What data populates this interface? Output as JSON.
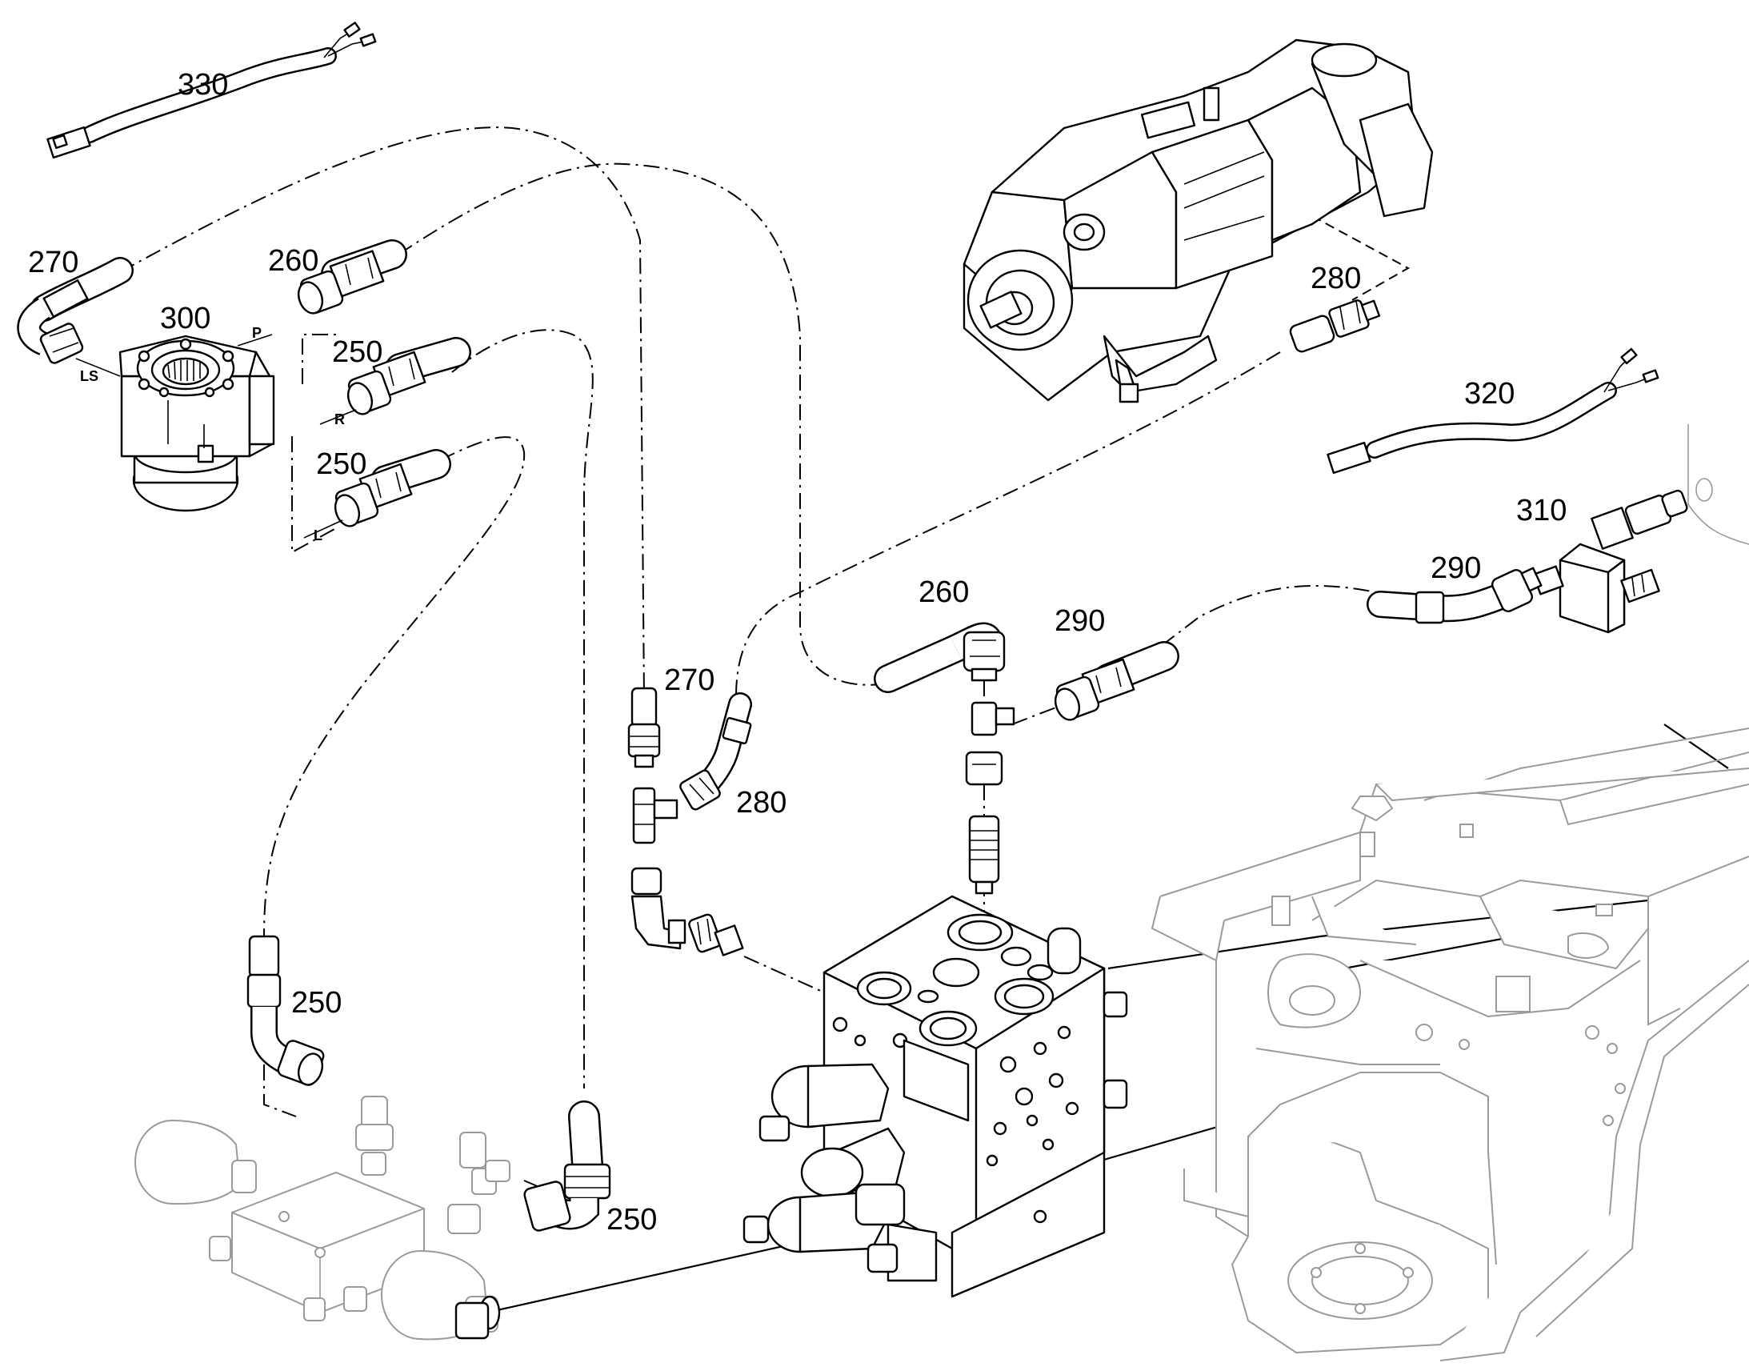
{
  "part_numbers": {
    "harness_top": "330",
    "harness_right": "320",
    "hose_ls_top": "270",
    "hose_ls_bottom": "270",
    "hose_p_top": "260",
    "hose_pump_bottom": "260",
    "orbitrol": "300",
    "hose_r": "250",
    "hose_l": "250",
    "hose_accumulator_left": "250",
    "hose_accumulator_right": "250",
    "pump_fitting": "280",
    "hose_bottom_280": "280",
    "valve_block_310": "310",
    "hose_290_right": "290",
    "hose_290_mid": "290"
  },
  "port_labels": {
    "ls": "LS",
    "p": "P",
    "r": "R",
    "l": "L"
  }
}
